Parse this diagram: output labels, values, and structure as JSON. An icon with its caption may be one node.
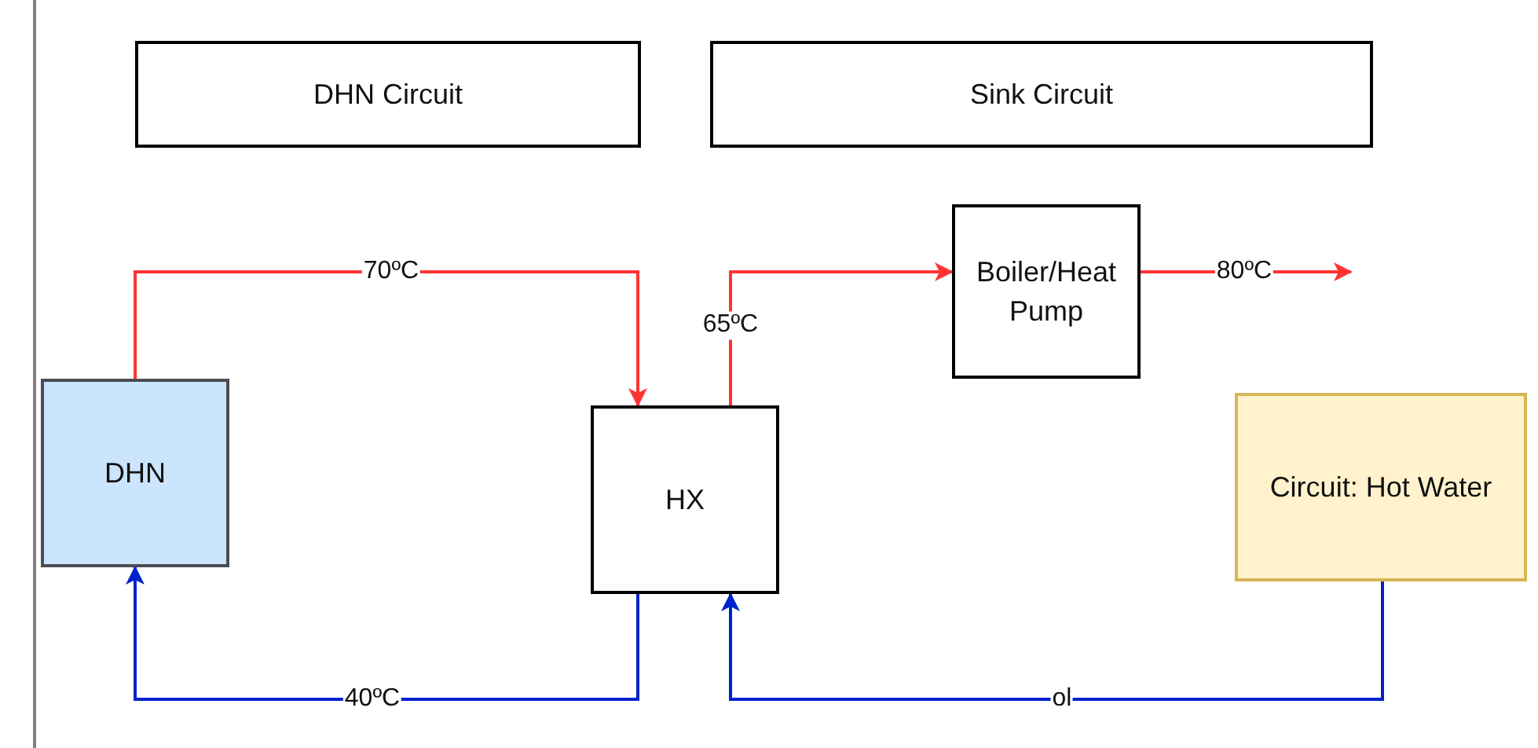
{
  "diagram": {
    "nodes": [
      {
        "text": [
          "DHN Circuit"
        ]
      },
      {
        "text": [
          "Sink Circuit"
        ]
      },
      {
        "text": [
          "DHN"
        ]
      },
      {
        "text": [
          "HX"
        ]
      },
      {
        "text": [
          "Boiler/Heat Pump"
        ]
      },
      {
        "text": [
          "Circuit: Hot Water"
        ]
      }
    ],
    "edges": [
      {
        "from": 2,
        "to": 3,
        "arrow": "to",
        "label": "70ºC"
      },
      {
        "from": 3,
        "to": 4,
        "arrow": "to",
        "label": "65ºC"
      },
      {
        "from": 4,
        "to": null,
        "arrow": "to",
        "label": "80ºC"
      },
      {
        "from": 3,
        "to": 2,
        "arrow": "to",
        "label": "40ºC",
        "color": "#0022cc"
      },
      {
        "from": 5,
        "to": 3,
        "arrow": "to",
        "label": "ol",
        "color": "#0022cc"
      }
    ]
  }
}
